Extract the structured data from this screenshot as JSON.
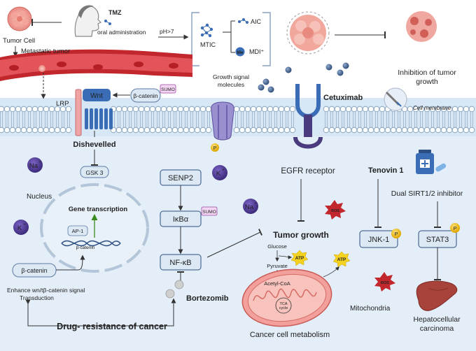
{
  "top": {
    "tumor_cell": "Tumor Cell",
    "drug": "TMZ",
    "oral": "oral administration",
    "ph": "pH>7",
    "mtic": "MTIC",
    "aic": "AIC",
    "mdi": "MDI⁺",
    "me": "Me",
    "metastatic": "Metastatic tumor",
    "growth_signal_1": "Growth signal",
    "growth_signal_2": "molecules",
    "inhibition_1": "Inhibition of tumor",
    "inhibition_2": "growth",
    "cetuximab": "Cetuximab",
    "cell_membrane": "Cell membrane"
  },
  "wnt_pathway": {
    "wnt": "Wnt",
    "lrp": "LRP",
    "beta_catenin_sumo": "β-catenin",
    "sumo": "SUMO",
    "dishevelled": "Dishevelled",
    "gsk3": "GSK 3",
    "nucleus": "Nucleus",
    "gene_transcription": "Gene transcription",
    "ap1": "AP-1",
    "beta_catenin_dna": "β-catenin",
    "beta_catenin_box": "β-catenin",
    "enhance_1": "Enhance wn/tβ-catenin signal",
    "enhance_2": "Transduction",
    "drug_resistance": "Drug- resistance of cancer"
  },
  "ions": {
    "na": "Na",
    "na_sup": "+",
    "k": "K",
    "k_sup": "+",
    "p": "P"
  },
  "nfkb_pathway": {
    "senp2": "SENP2",
    "ikba": "IκBα",
    "sumo": "SUMO",
    "nfkb": "NF-κB",
    "bortezomib": "Bortezomib"
  },
  "center": {
    "egfr": "EGFR receptor",
    "ros": "ROS",
    "tumor_growth": "Tumor growth",
    "glucose": "Glucose",
    "atp": "ATP",
    "pyruvate": "Pyruvate",
    "acetyl": "Acetyl-CoA",
    "tca_1": "TCA",
    "tca_2": "cycle",
    "mitochondria": "Mitochondria",
    "metabolism": "Cancer cell metabolism"
  },
  "right": {
    "tenovin": "Tenovin 1",
    "sirt": "Dual SIRT1/2 inhibitor",
    "jnk": "JNK-1",
    "stat3": "STAT3",
    "hcc_1": "Hepatocellular",
    "hcc_2": "carcinoma"
  },
  "colors": {
    "drug_red": "#8b1a1a",
    "green": "#3a8a1e",
    "box_blue": "#dce9f5",
    "ion_purple": "#5b3e9e",
    "membrane_blue": "#b9d3ea",
    "p_yellow": "#f2c31b"
  }
}
